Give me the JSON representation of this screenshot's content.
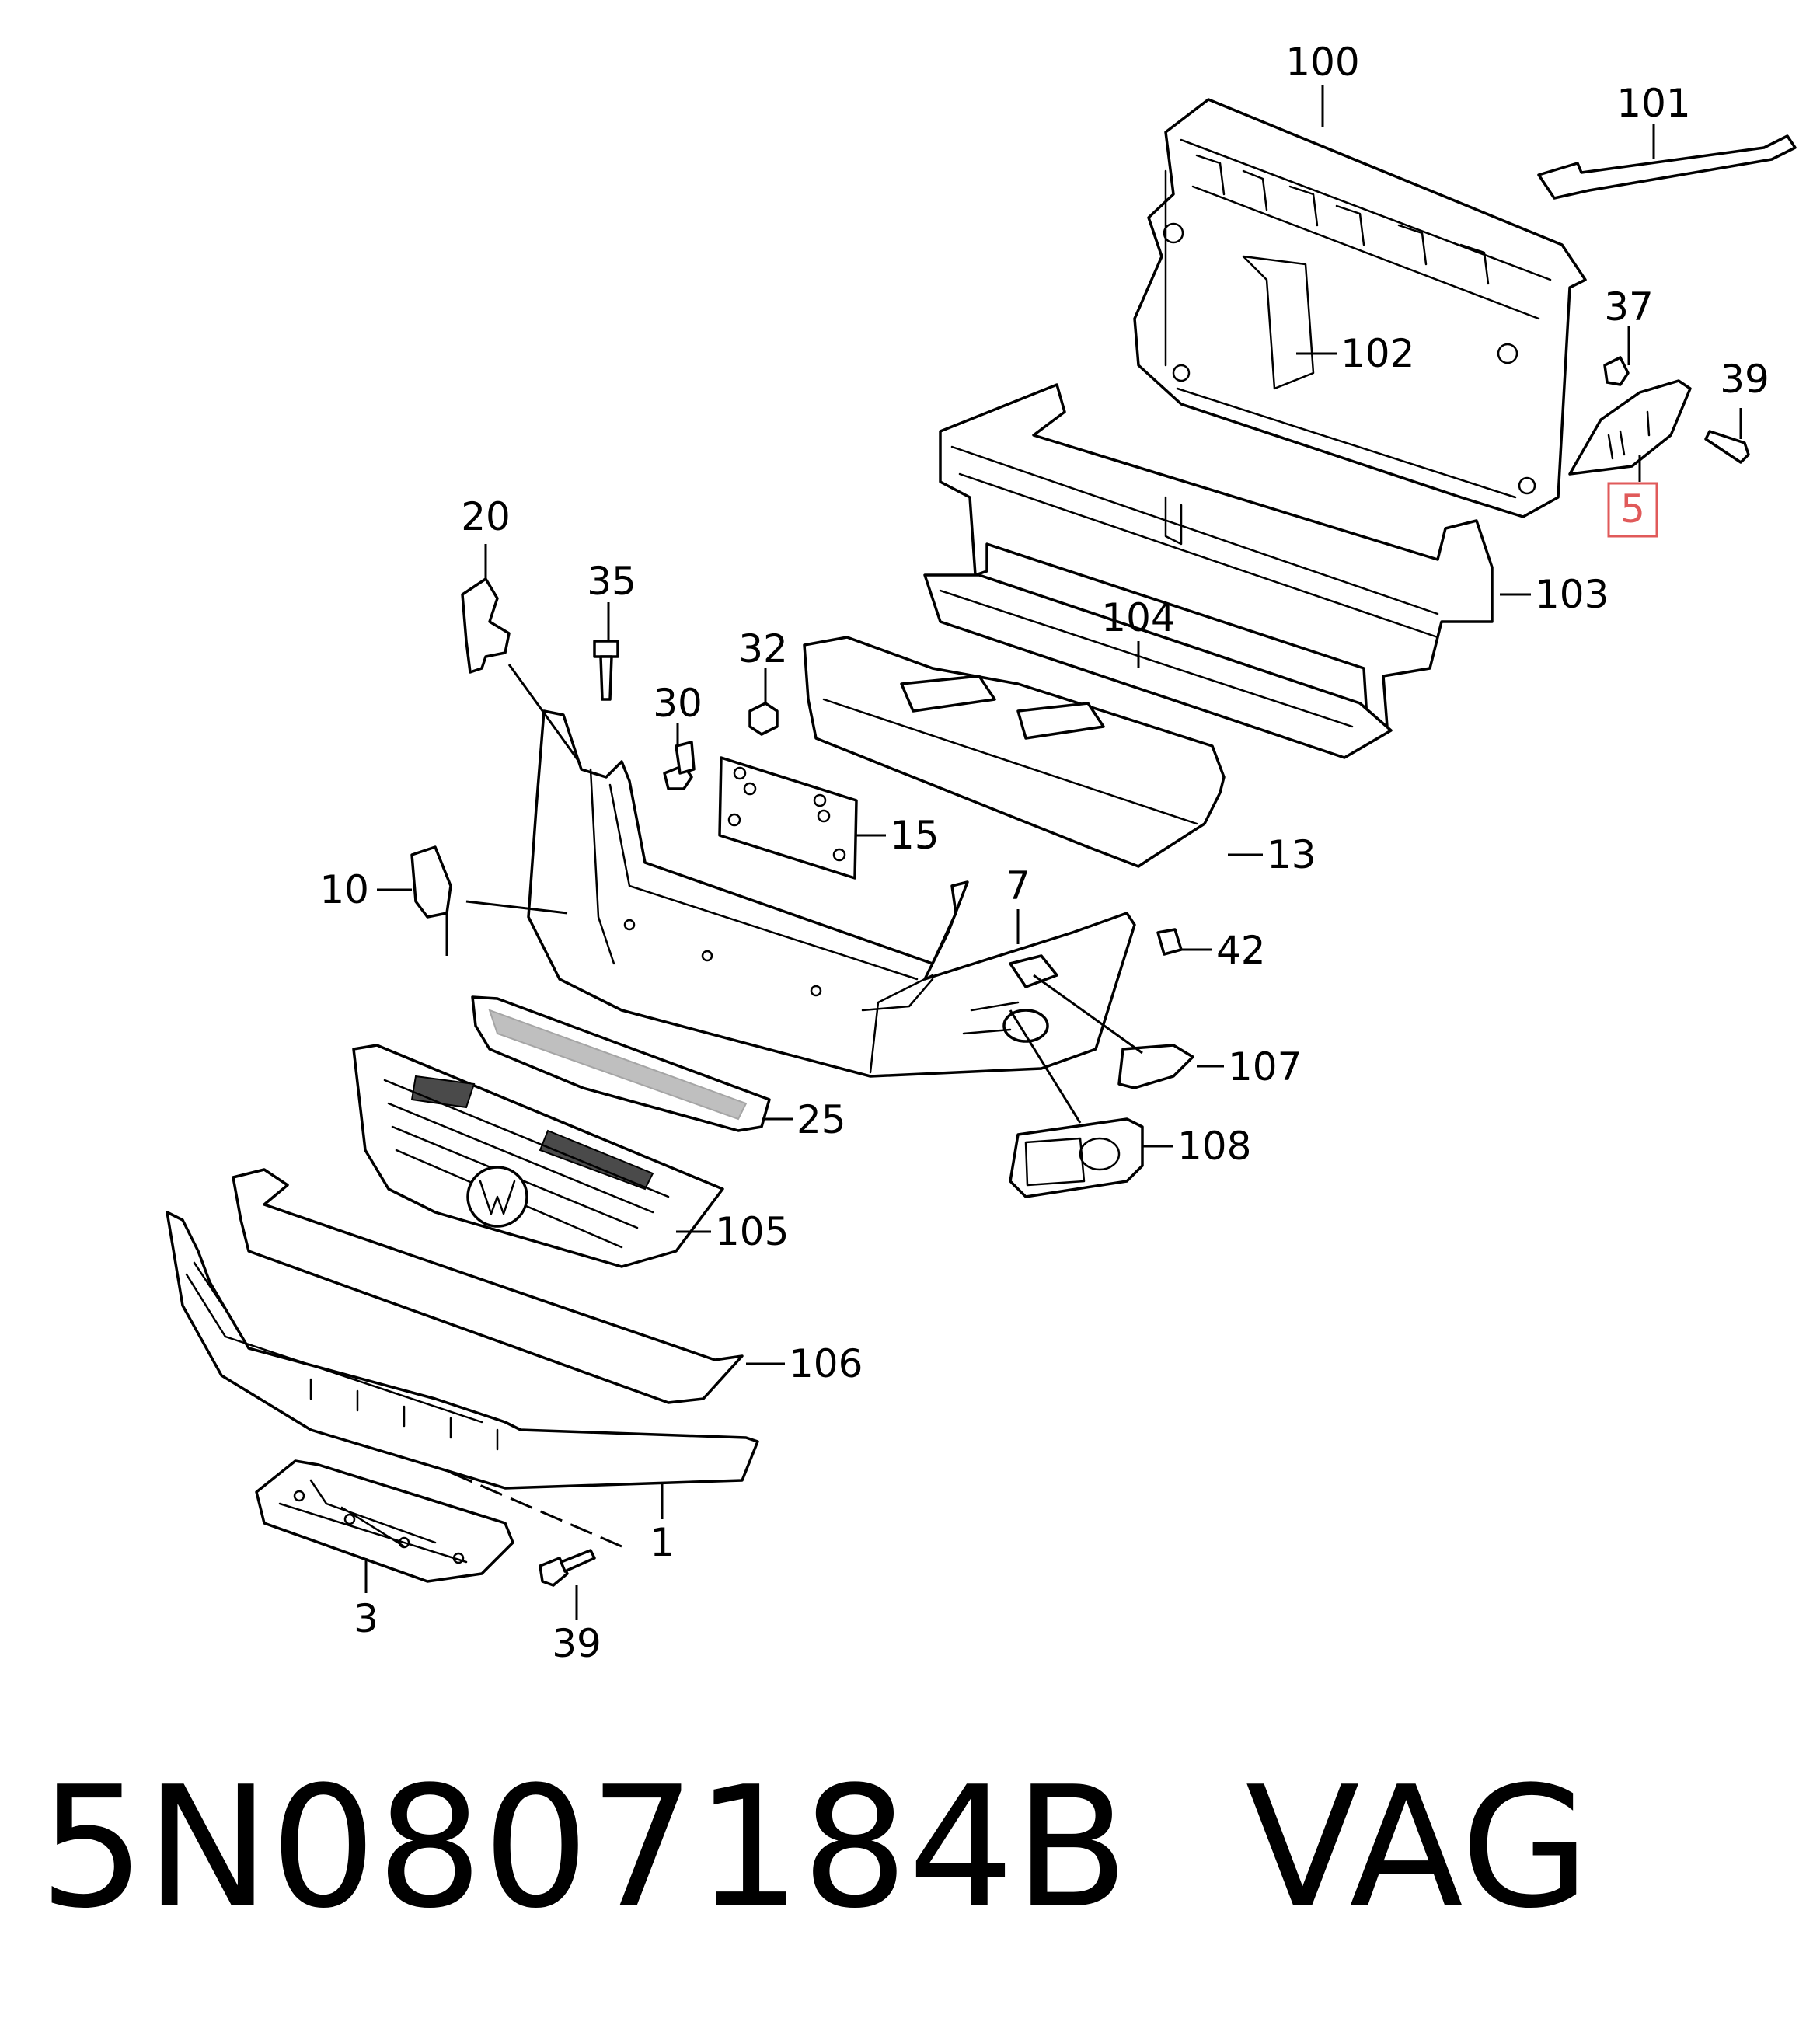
{
  "callouts": {
    "c100": "100",
    "c101": "101",
    "c102": "102",
    "c103": "103",
    "c104": "104",
    "c37": "37",
    "c39a": "39",
    "c5": "5",
    "c20": "20",
    "c35": "35",
    "c32": "32",
    "c30": "30",
    "c15": "15",
    "c13": "13",
    "c10": "10",
    "c7": "7",
    "c42": "42",
    "c107": "107",
    "c25": "25",
    "c108": "108",
    "c105": "105",
    "c106": "106",
    "c1": "1",
    "c3": "3",
    "c39b": "39"
  },
  "highlight": {
    "part": "5",
    "color": "#e05a5a"
  },
  "footer": {
    "part_number": "5N0807184B",
    "brand": "VAG"
  }
}
